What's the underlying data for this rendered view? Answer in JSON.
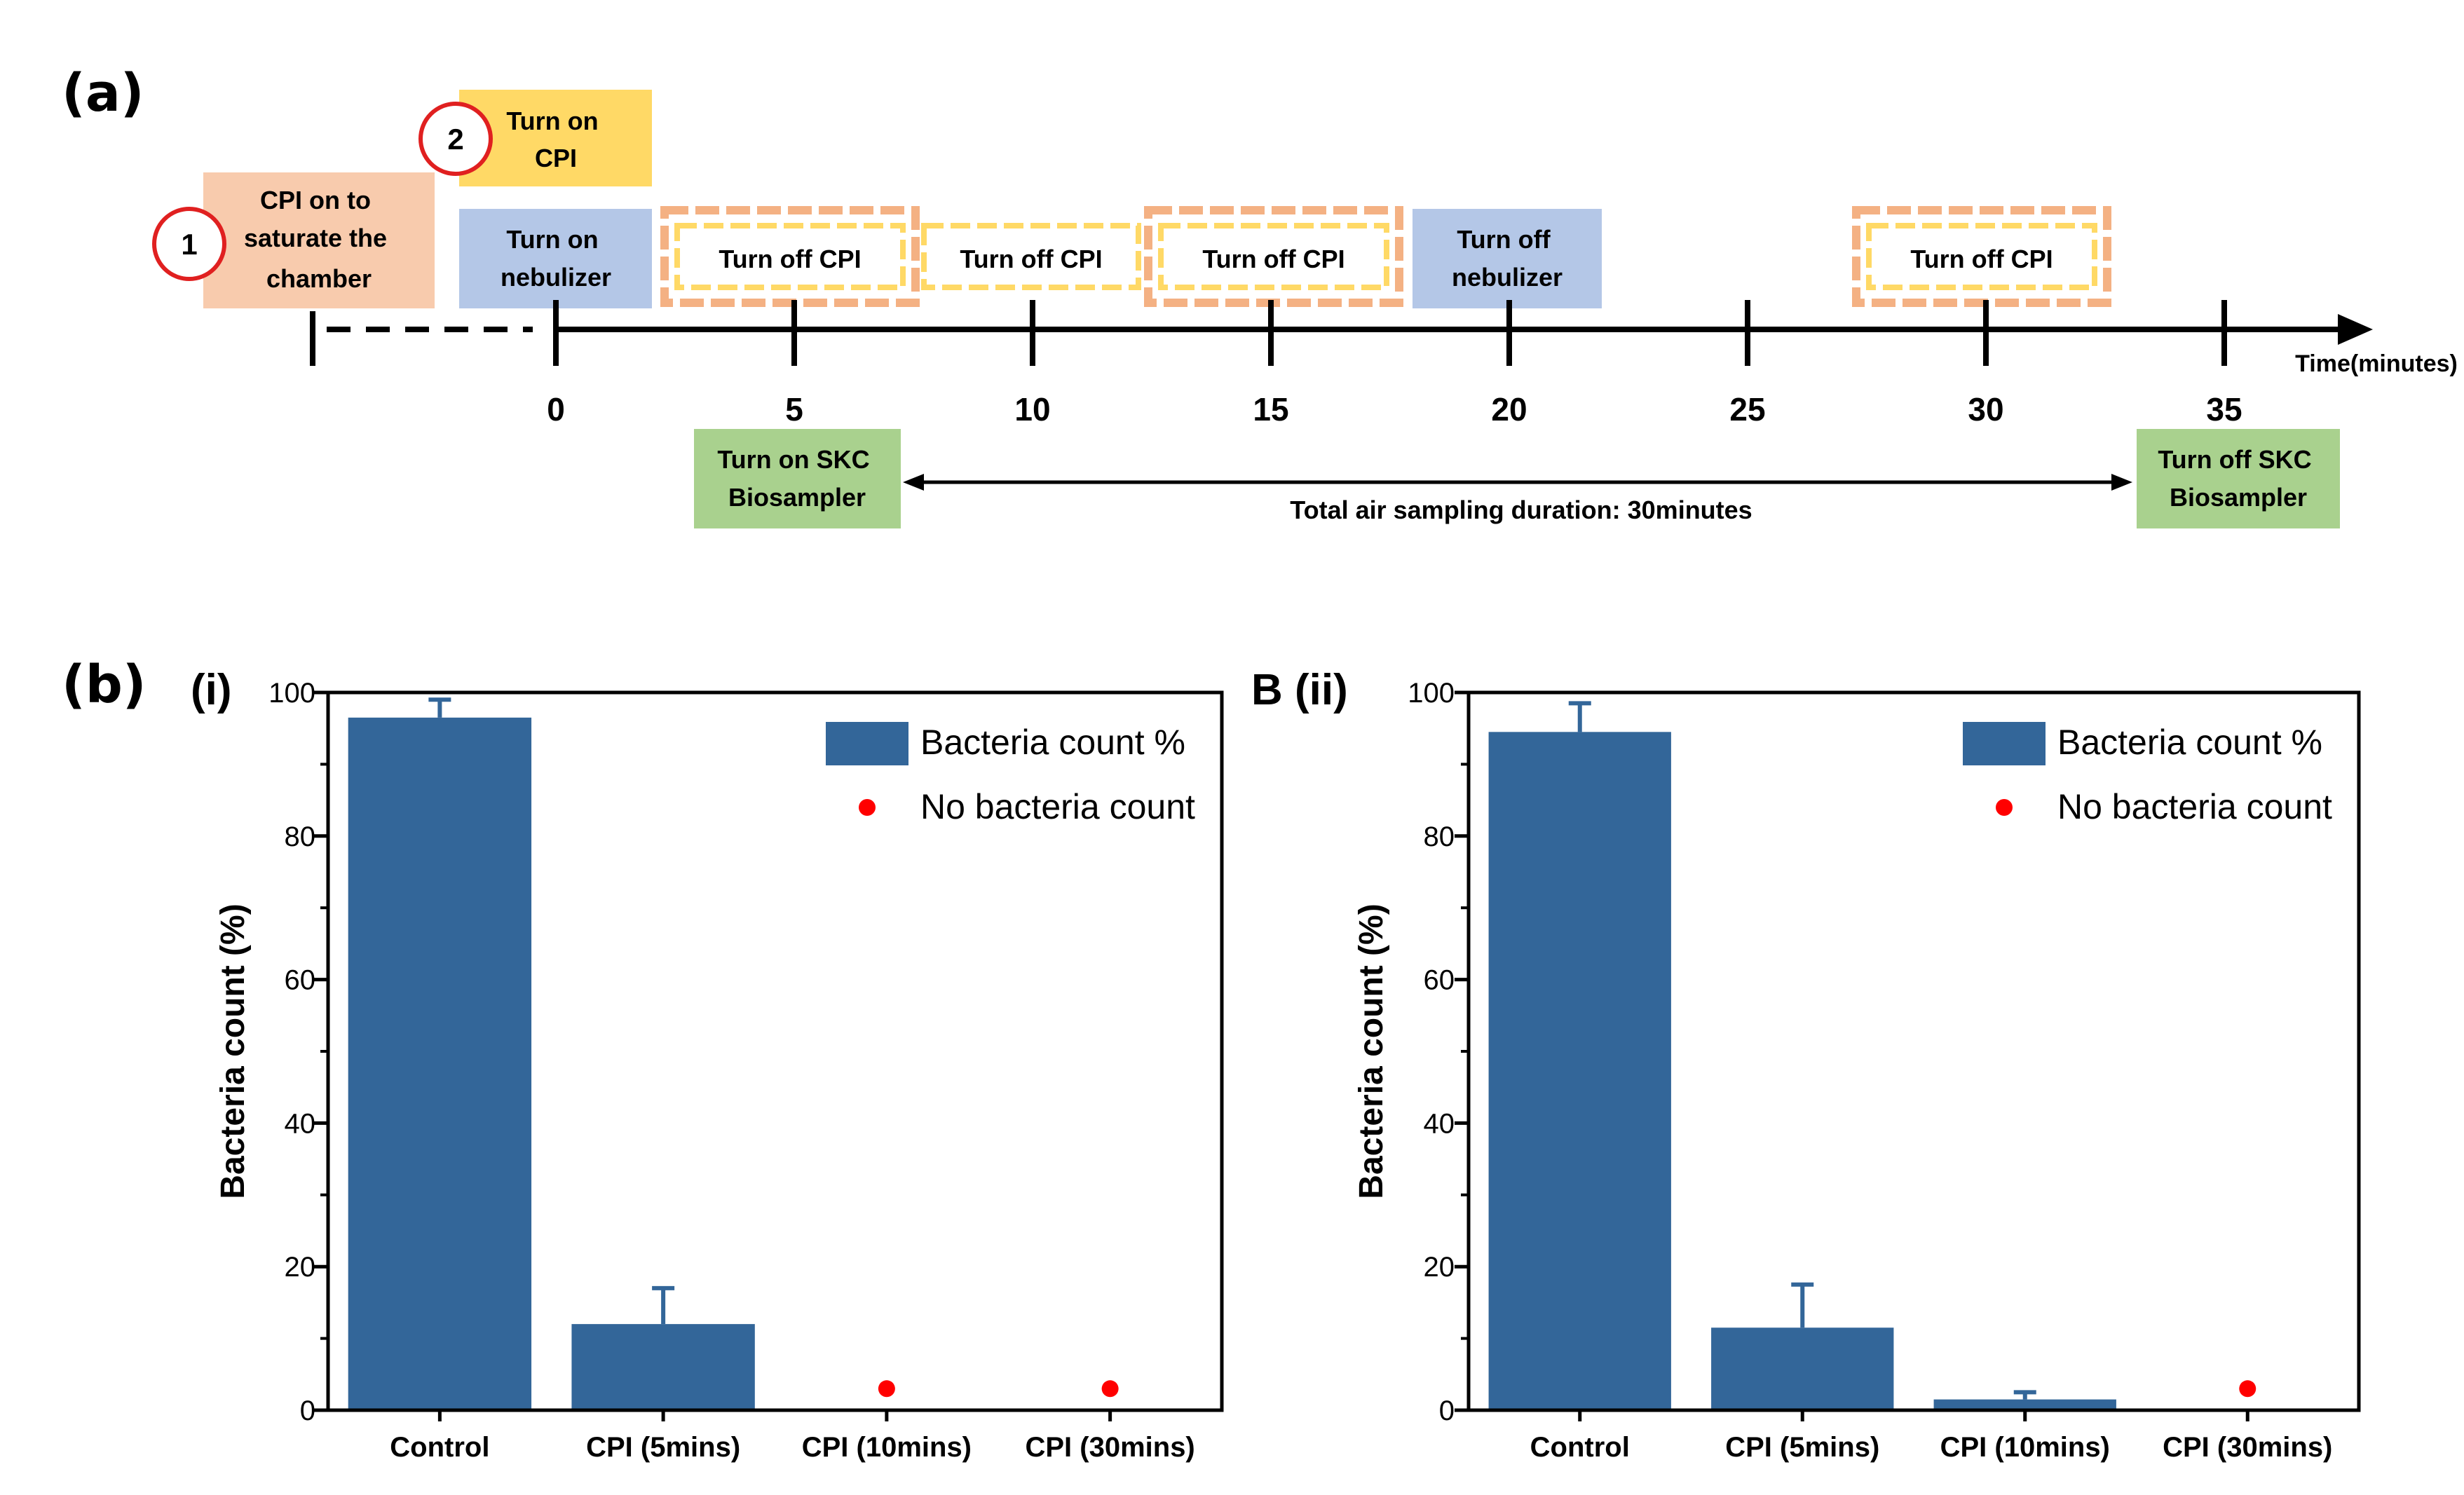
{
  "panel_a": {
    "label": "(a)",
    "step1": {
      "number": "1",
      "text": [
        "CPI on to",
        "saturate the",
        "chamber"
      ]
    },
    "step2": {
      "number": "2",
      "text": [
        "Turn on",
        "CPI"
      ]
    },
    "nebulizer_on": [
      "Turn on",
      "nebulizer"
    ],
    "nebulizer_off": [
      "Turn off",
      "nebulizer"
    ],
    "cpi_off_boxes": [
      {
        "at_minute": 5,
        "text": "Turn off CPI"
      },
      {
        "at_minute": 10,
        "text": "Turn off CPI"
      },
      {
        "at_minute": 15,
        "text": "Turn off CPI"
      },
      {
        "at_minute": 30,
        "text": "Turn off CPI"
      }
    ],
    "ticks": [
      "0",
      "5",
      "10",
      "15",
      "20",
      "25",
      "30",
      "35"
    ],
    "axis_label": "Time(minutes)",
    "skc_on": [
      "Turn on SKC",
      "Biosampler"
    ],
    "skc_off": [
      "Turn off SKC",
      "Biosampler"
    ],
    "duration_label": "Total air sampling duration: 30minutes",
    "colors": {
      "peach": "#f8cbad",
      "yellow": "#ffd966",
      "blue": "#b4c7e7",
      "green": "#a9d18e",
      "circle": "#e02020",
      "dash_outer": "#f4b183",
      "dash_inner": "#ffd966"
    }
  },
  "panel_b": {
    "label": "(b)",
    "colors": {
      "bar": "#336699",
      "dot": "#ff0000"
    }
  },
  "chart_data": [
    {
      "type": "bar",
      "panel_title": "(i)",
      "categories": [
        "Control",
        "CPI (5mins)",
        "CPI (10mins)",
        "CPI (30mins)"
      ],
      "series": [
        {
          "name": "Bacteria count %",
          "values": [
            96.5,
            12,
            0,
            0
          ],
          "error": [
            2.5,
            5,
            0,
            0
          ]
        }
      ],
      "no_count_markers": {
        "name": "No bacteria count",
        "categories": [
          "CPI (10mins)",
          "CPI (30mins)"
        ],
        "y": 3
      },
      "ylabel": "Bacteria count (%)",
      "ylim": [
        0,
        100
      ],
      "yticks": [
        0,
        20,
        40,
        60,
        80,
        100
      ],
      "legend_position": "top-right"
    },
    {
      "type": "bar",
      "panel_title": "B (ii)",
      "categories": [
        "Control",
        "CPI (5mins)",
        "CPI (10mins)",
        "CPI (30mins)"
      ],
      "series": [
        {
          "name": "Bacteria count %",
          "values": [
            94.5,
            11.5,
            1.5,
            0
          ],
          "error": [
            4,
            6,
            1,
            0
          ]
        }
      ],
      "no_count_markers": {
        "name": "No bacteria count",
        "categories": [
          "CPI (30mins)"
        ],
        "y": 3
      },
      "ylabel": "Bacteria count (%)",
      "ylim": [
        0,
        100
      ],
      "yticks": [
        0,
        20,
        40,
        60,
        80,
        100
      ],
      "legend_position": "top-right"
    }
  ]
}
